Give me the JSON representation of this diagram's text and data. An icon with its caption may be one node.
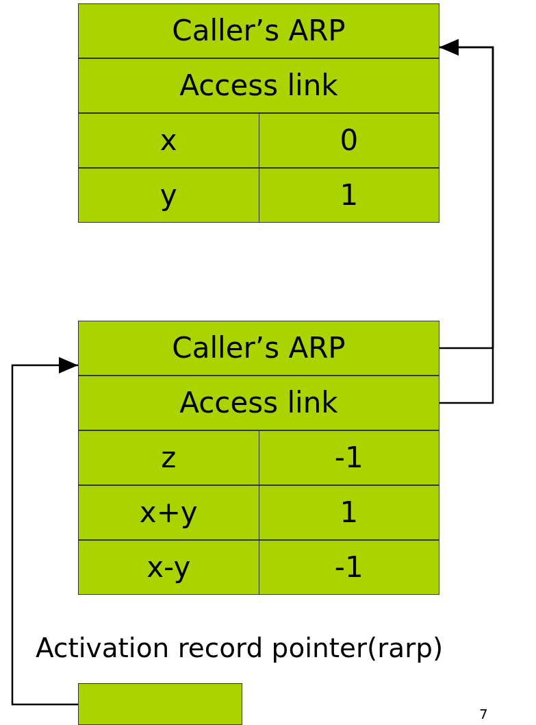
{
  "diagram": {
    "nodes": [
      {
        "text": [
          "Caller’s ARP"
        ]
      },
      {
        "text": [
          "Access link"
        ]
      },
      {
        "text": [
          "x",
          "0"
        ]
      },
      {
        "text": [
          "y",
          "1"
        ]
      },
      {
        "text": [
          "Caller’s ARP"
        ]
      },
      {
        "text": [
          "Access link"
        ]
      },
      {
        "text": [
          "z",
          "-1"
        ]
      },
      {
        "text": [
          "x+y",
          "1"
        ]
      },
      {
        "text": [
          "x-y",
          "-1"
        ]
      },
      {
        "text": [],
        "shape": "box",
        "beside": [
          "Activation record pointer(rarp)"
        ]
      }
    ],
    "edges": [
      {
        "from": 4,
        "to": 0,
        "arrow": "to"
      },
      {
        "from": 5,
        "to": 0,
        "arrow": "to"
      },
      {
        "from": 9,
        "to": 4,
        "arrow": "to"
      }
    ],
    "labels": [
      "7"
    ]
  }
}
